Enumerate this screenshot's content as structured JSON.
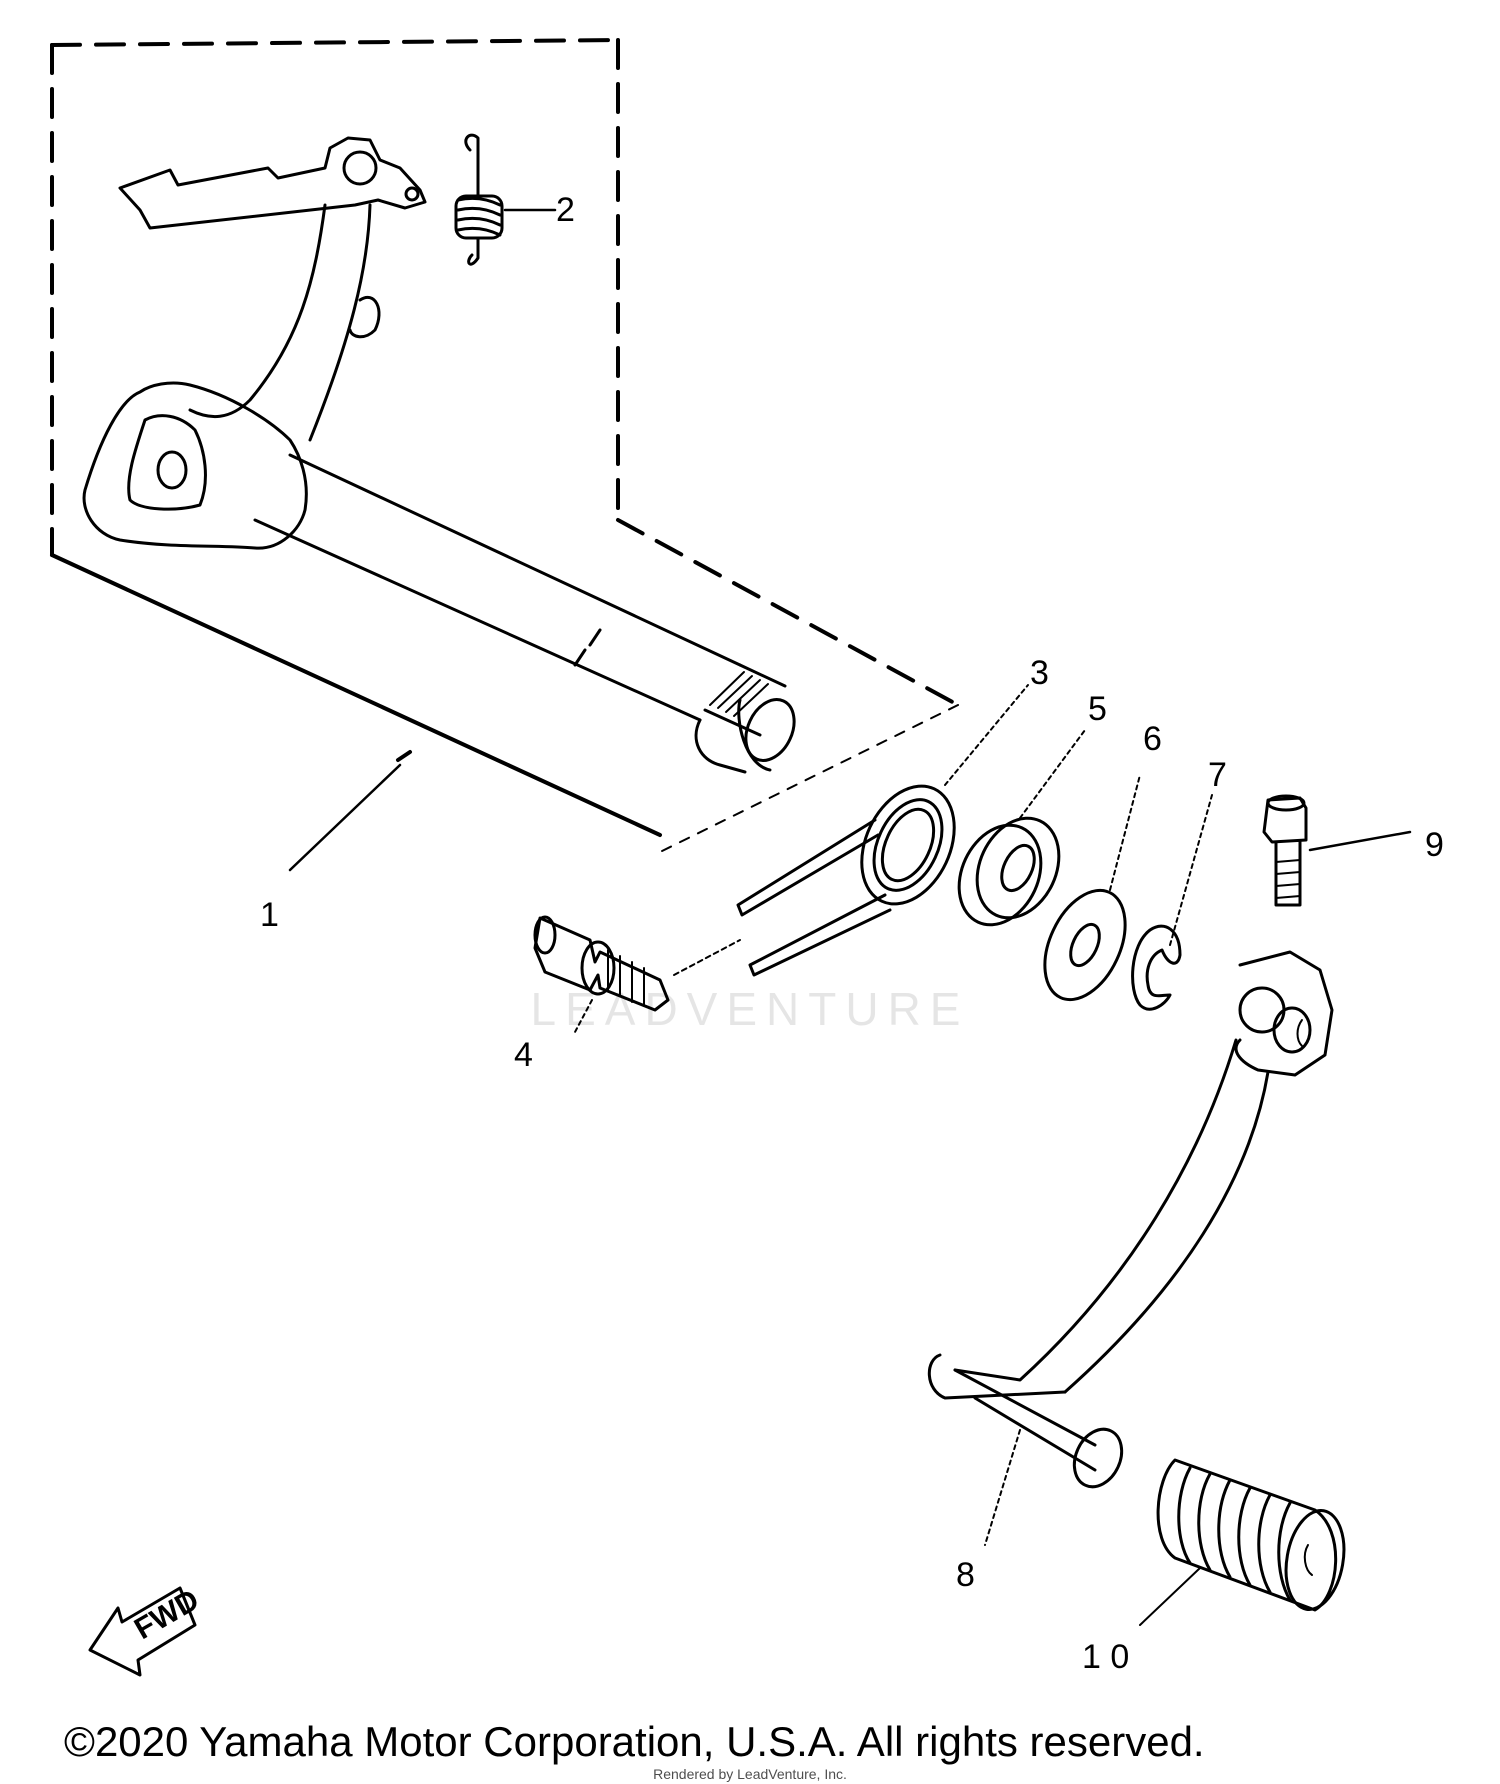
{
  "callouts": [
    {
      "id": "1",
      "label": "1"
    },
    {
      "id": "2",
      "label": "2"
    },
    {
      "id": "3",
      "label": "3"
    },
    {
      "id": "4",
      "label": "4"
    },
    {
      "id": "5",
      "label": "5"
    },
    {
      "id": "6",
      "label": "6"
    },
    {
      "id": "7",
      "label": "7"
    },
    {
      "id": "8",
      "label": "8"
    },
    {
      "id": "9",
      "label": "9"
    },
    {
      "id": "10",
      "label": "1 0"
    }
  ],
  "fwd_arrow": {
    "label": "FWD"
  },
  "watermark": {
    "text": "LEADVENTURE"
  },
  "copyright": "©2020 Yamaha Motor Corporation, U.S.A. All rights reserved.",
  "rendered_by": "Rendered by LeadVenture, Inc.",
  "colors": {
    "line": "#000000",
    "background": "#ffffff",
    "watermark": "#e6e6e6"
  }
}
